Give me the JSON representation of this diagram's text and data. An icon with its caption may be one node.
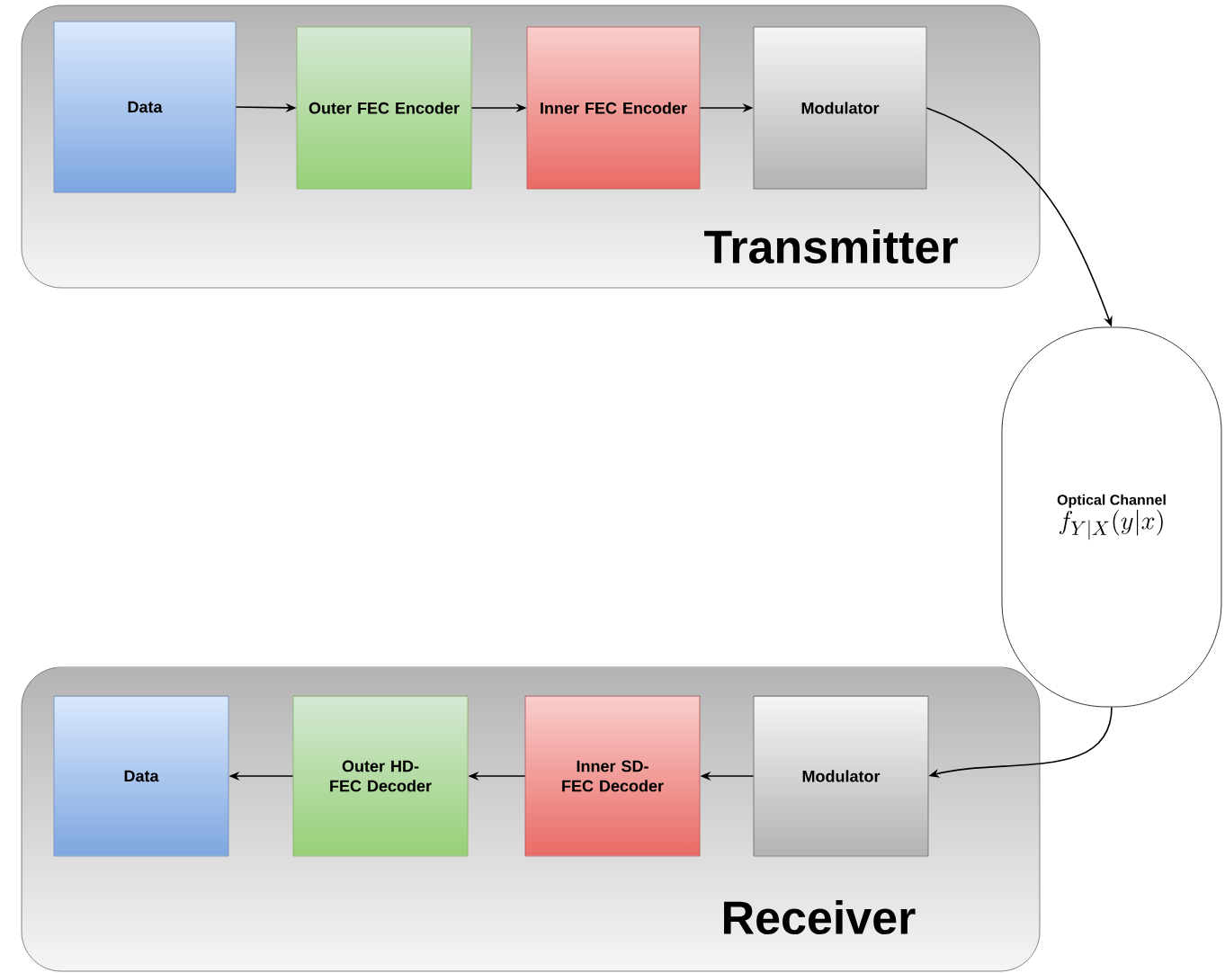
{
  "diagram": {
    "nodes": [
      {
        "text": [
          "Transmitter"
        ]
      },
      {
        "text": [
          "Data"
        ],
        "in": 0
      },
      {
        "text": [
          "Outer FEC Encoder"
        ],
        "in": 0
      },
      {
        "text": [
          "Inner FEC Encoder"
        ],
        "in": 0
      },
      {
        "text": [
          "Modulator"
        ],
        "in": 0
      },
      {
        "text": [
          "Optical Channel",
          "f_{Y|X}(y|x)"
        ]
      },
      {
        "text": [
          "Receiver"
        ]
      },
      {
        "text": [
          "Data"
        ],
        "in": 6
      },
      {
        "text": [
          "Outer HD-FEC Decoder"
        ],
        "in": 6
      },
      {
        "text": [
          "Inner SD-FEC Decoder"
        ],
        "in": 6
      },
      {
        "text": [
          "Modulator"
        ],
        "in": 6
      }
    ],
    "edges": [
      {
        "from": 1,
        "to": 2,
        "arrow": "to"
      },
      {
        "from": 2,
        "to": 3,
        "arrow": "to"
      },
      {
        "from": 3,
        "to": 4,
        "arrow": "to"
      },
      {
        "from": 4,
        "to": 5,
        "arrow": "to"
      },
      {
        "from": 5,
        "to": 10,
        "arrow": "to"
      },
      {
        "from": 10,
        "to": 9,
        "arrow": "to"
      },
      {
        "from": 9,
        "to": 8,
        "arrow": "to"
      },
      {
        "from": 8,
        "to": 7,
        "arrow": "to"
      }
    ]
  }
}
